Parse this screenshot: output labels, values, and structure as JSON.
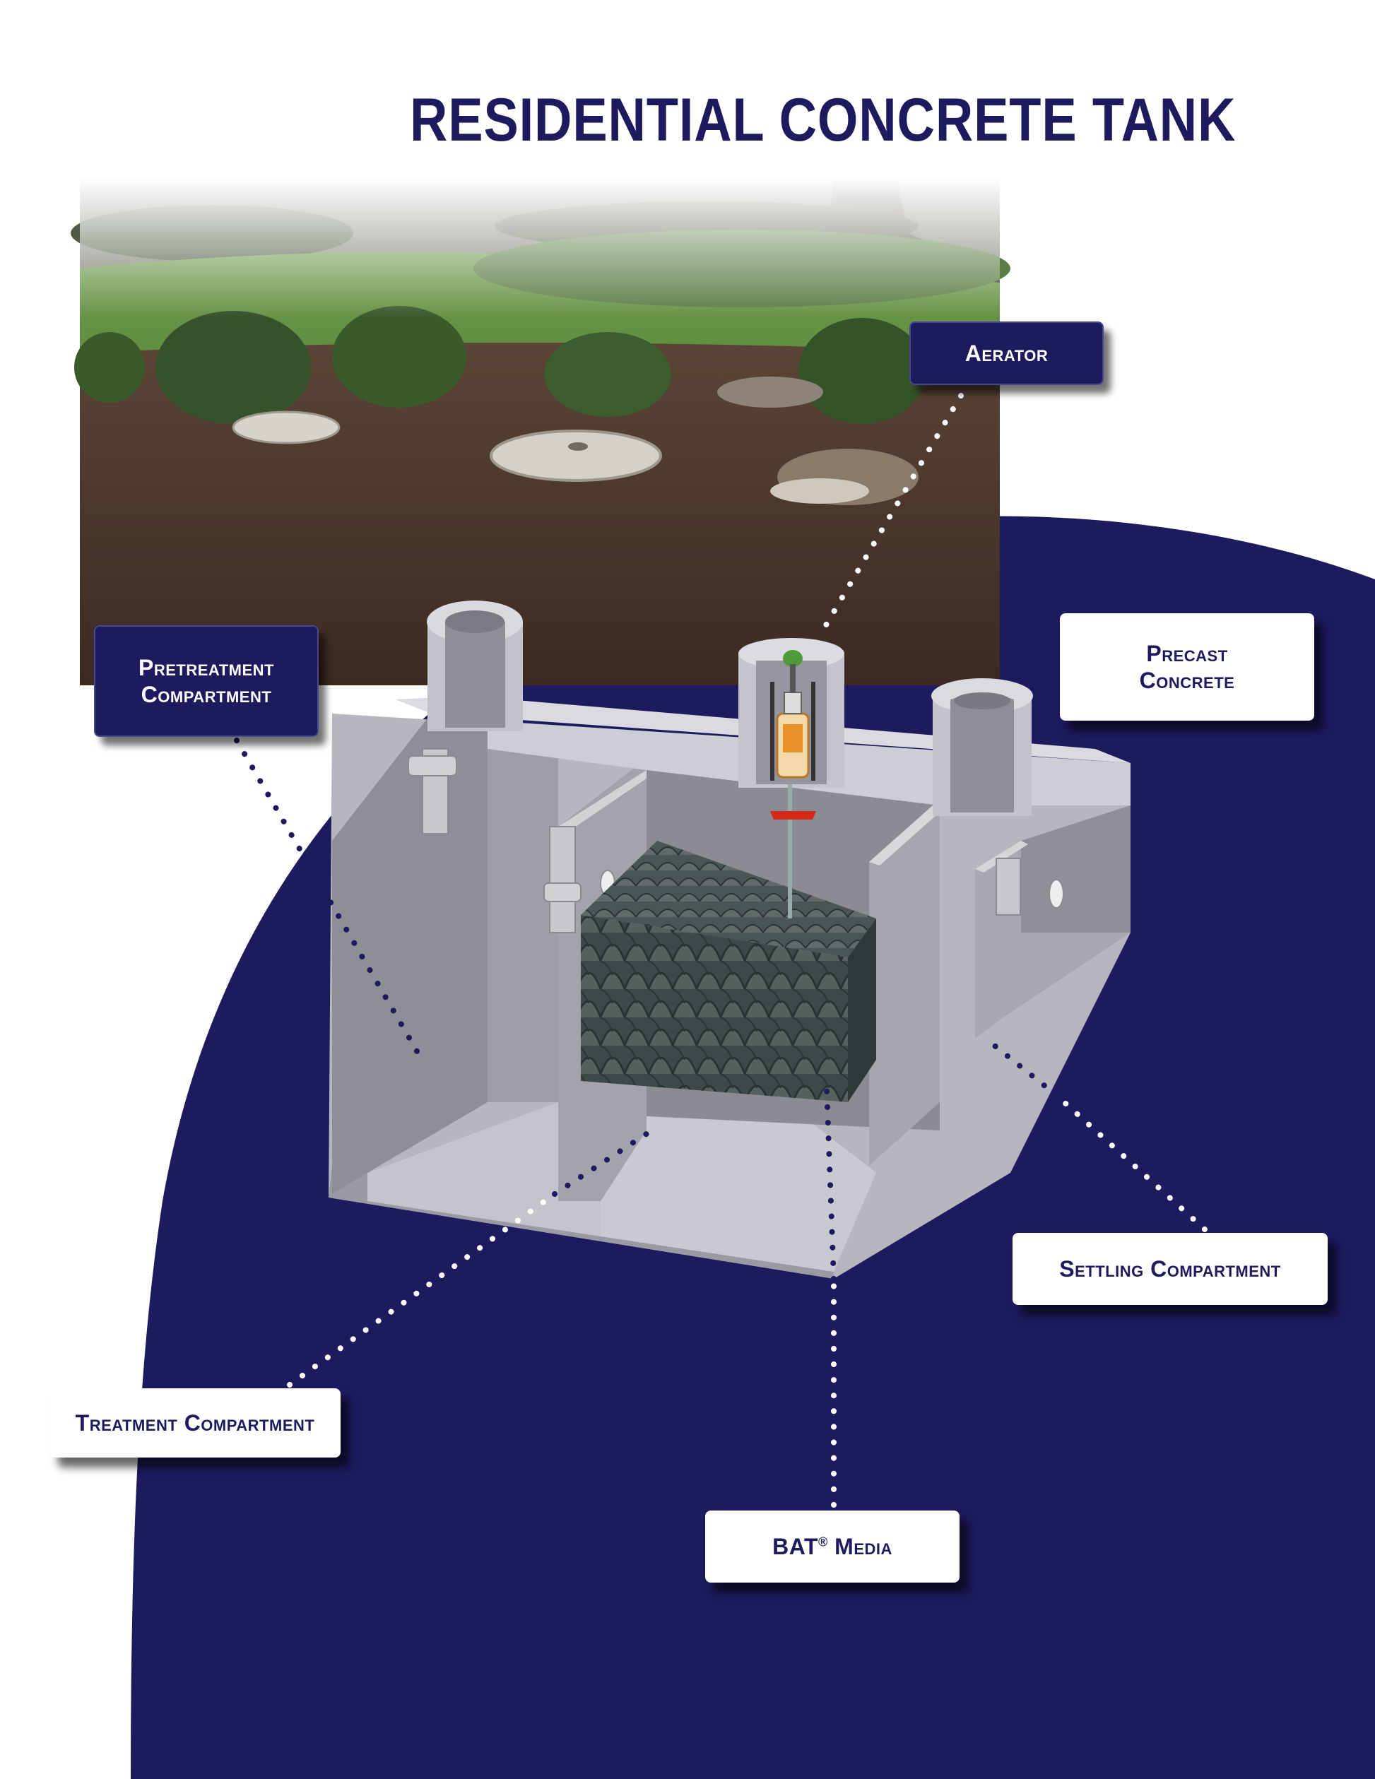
{
  "title": "RESIDENTIAL CONCRETE TANK",
  "colors": {
    "navy": "#1d1a5e",
    "white": "#ffffff",
    "concrete": "#b6b6bf",
    "media": "#3f4a4b"
  },
  "callouts": {
    "aerator": "Aerator",
    "pretreatment_line1": "Pretreatment",
    "pretreatment_line2": "Compartment",
    "precast_line1": "Precast",
    "precast_line2": "Concrete",
    "settling": "Settling Compartment",
    "treatment": "Treatment Compartment",
    "bat_prefix": "BAT",
    "bat_mark": "®",
    "bat_suffix": "Media"
  },
  "icons": [
    "garden-photo",
    "concrete-tank-cutaway",
    "aerator-unit",
    "bat-media-block",
    "riser-lid"
  ]
}
